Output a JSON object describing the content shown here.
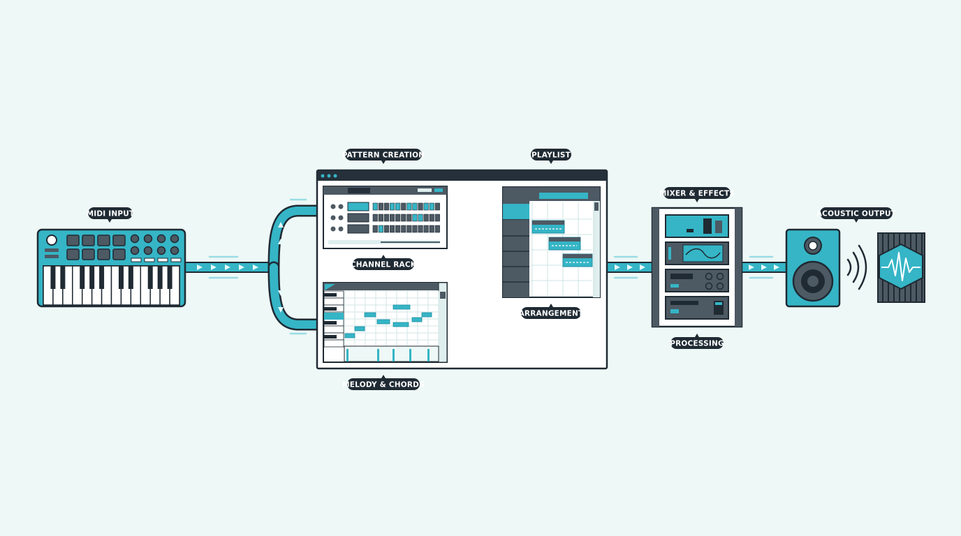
{
  "labels": {
    "midi_input": "MIDI INPUT",
    "pattern_creation": "PATTERN CREATION",
    "channel_rack": "CHANNEL RACK",
    "melody_chords": "MELODY & CHORDS",
    "playlist": "PLAYLIST",
    "arrangement": "ARRANGEMENT",
    "mixer_effects": "MIXER & EFFECTS",
    "processing": "PROCESSING",
    "acoustic_output": "ACOUSTIC OUTPUT"
  },
  "colors": {
    "background": "#eef8f6",
    "accent": "#35b5c6",
    "accent_dark": "#1f8fa3",
    "outline": "#1f2a33",
    "panel": "#4d5963",
    "grid": "#dfeeee"
  },
  "icons": [
    "piano-keyboard-icon",
    "daw-window-icon",
    "channel-rack-icon",
    "piano-roll-icon",
    "playlist-icon",
    "effects-rack-icon",
    "speaker-icon",
    "sound-wave-icon",
    "waveform-icon"
  ]
}
